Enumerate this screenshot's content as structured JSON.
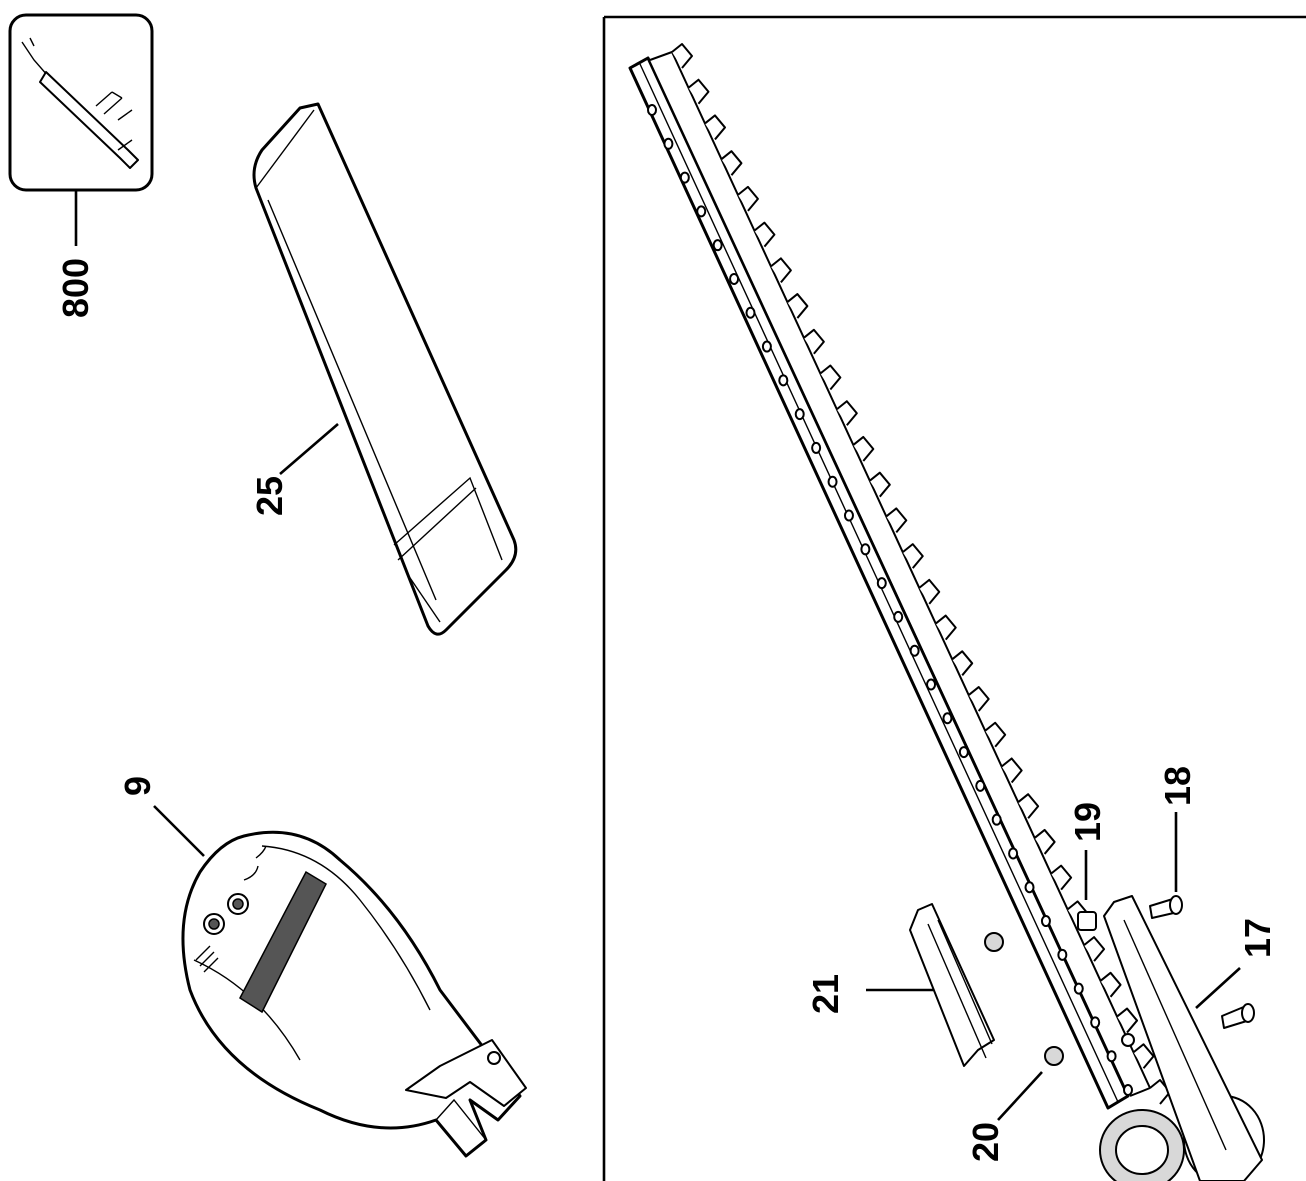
{
  "callouts": {
    "part_800": "800",
    "part_25": "25",
    "part_9": "9",
    "part_21": "21",
    "part_20": "20",
    "part_19": "19",
    "part_18": "18",
    "part_17": "17"
  },
  "colors": {
    "ink": "#000000",
    "paper": "#ffffff",
    "shade": "#d8d8d8"
  }
}
